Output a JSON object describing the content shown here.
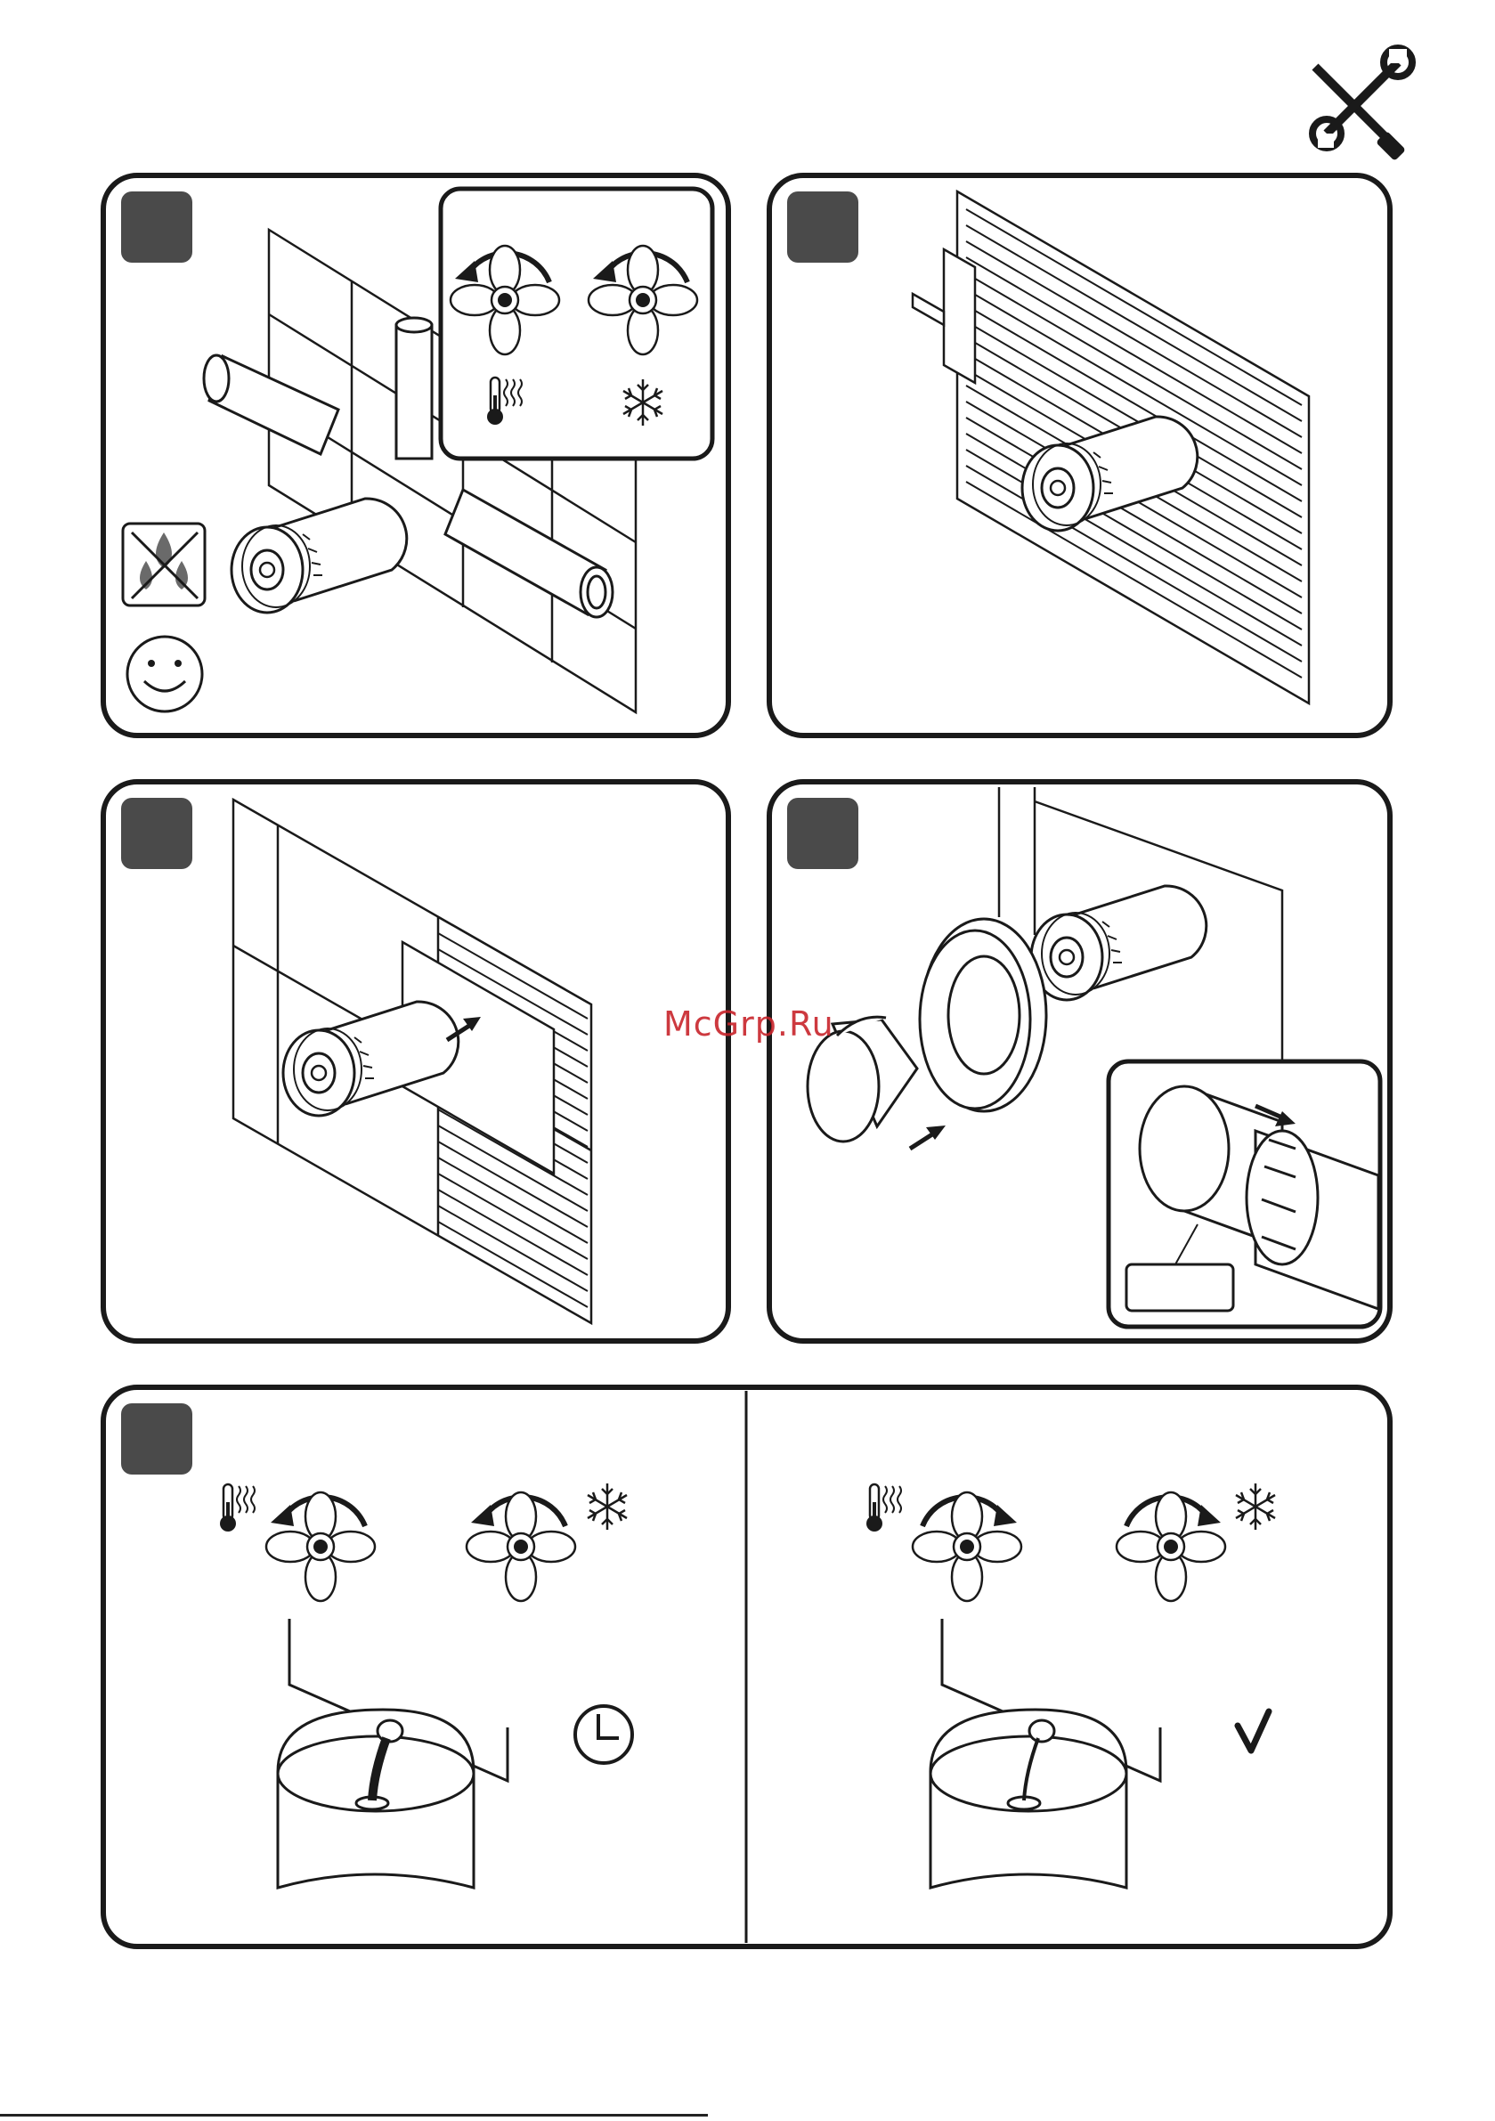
{
  "watermark": "McGrp.Ru",
  "colors": {
    "stroke": "#1a1a1a",
    "badge": "#4a4a4a",
    "watermark": "#c8242b"
  },
  "header": {
    "icon": "tools-icon"
  },
  "panels": [
    {
      "id": 1,
      "icons": [
        "rotate-ccw-icon",
        "handle-icon",
        "thermometer-hot-icon",
        "snowflake-cold-icon",
        "no-water-icon",
        "smiley-icon"
      ]
    },
    {
      "id": 2,
      "icons": [
        "protective-plaster-cover-icon"
      ]
    },
    {
      "id": 3,
      "icons": [
        "tile-cover-icon",
        "arrow-icon"
      ]
    },
    {
      "id": 4,
      "icons": [
        "knob-icon",
        "rosette-icon",
        "arrow-icon",
        "detail-inset-icon"
      ]
    },
    {
      "id": 5,
      "icons": [
        "rotate-ccw-icon",
        "rotate-cw-icon",
        "thermometer-hot-icon",
        "snowflake-cold-icon",
        "clock-icon",
        "check-icon"
      ]
    }
  ]
}
